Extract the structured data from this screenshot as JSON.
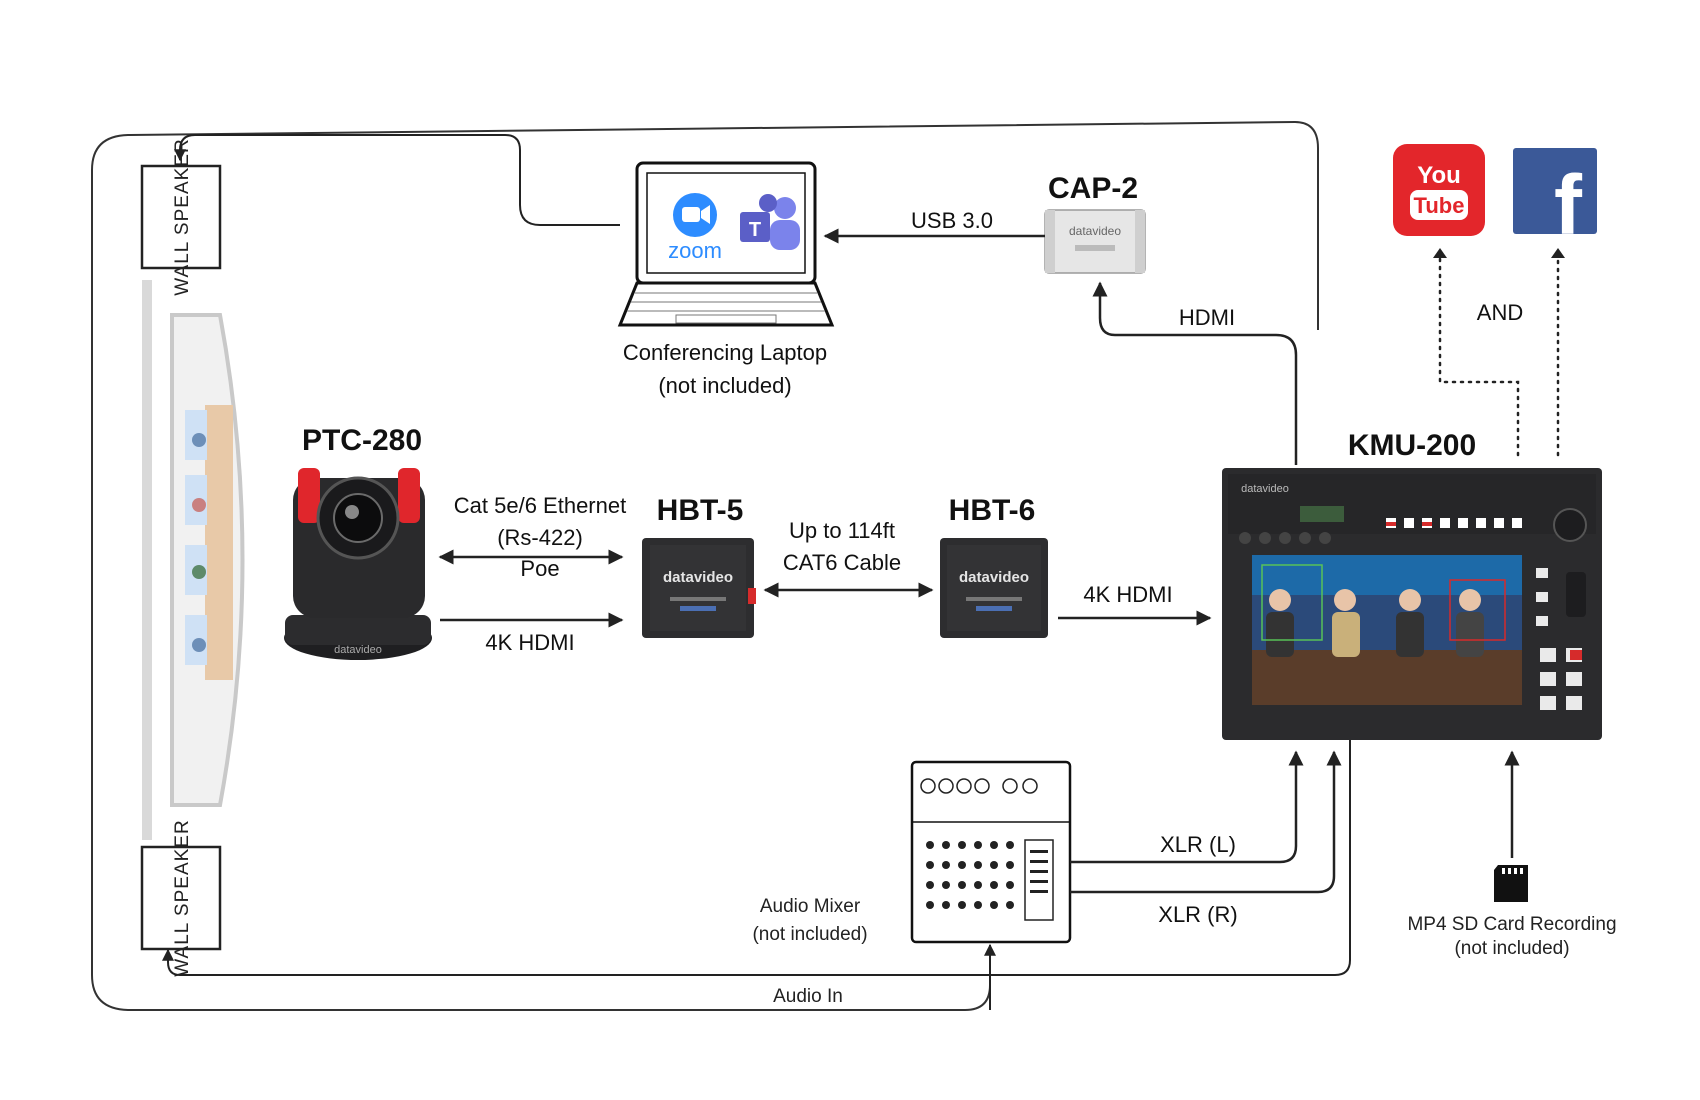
{
  "devices": {
    "wall_speaker_top": "WALL SPEAKER",
    "wall_speaker_bottom": "WALL SPEAKER",
    "laptop_title": "Conferencing Laptop",
    "laptop_note": "(not included)",
    "zoom_logo": "zoom",
    "teams_logo": "T",
    "cap2": "CAP-2",
    "cap2_brand": "datavideo",
    "ptc280": "PTC-280",
    "ptc280_brand": "datavideo",
    "hbt5": "HBT-5",
    "hbt5_brand": "datavideo",
    "hbt6": "HBT-6",
    "hbt6_brand": "datavideo",
    "kmu200": "KMU-200",
    "kmu200_brand": "datavideo",
    "mixer_title": "Audio Mixer",
    "mixer_note": "(not included)",
    "sd_title": "MP4 SD Card Recording",
    "sd_note": "(not included)",
    "youtube_top": "You",
    "youtube_bottom": "Tube",
    "facebook": "f"
  },
  "connections": {
    "usb": "USB 3.0",
    "hdmi_cap": "HDMI",
    "ethernet_l1": "Cat 5e/6 Ethernet",
    "ethernet_l2": "(Rs-422)",
    "ethernet_l3": "Poe",
    "hdmi_cam": "4K HDMI",
    "cable_l1": "Up to 114ft",
    "cable_l2": "CAT6 Cable",
    "hdmi_kmu": "4K HDMI",
    "xlr_l": "XLR (L)",
    "xlr_r": "XLR (R)",
    "audio_in": "Audio In",
    "and": "AND"
  },
  "colors": {
    "line": "#222222",
    "device_dark": "#2a2a2c",
    "youtube_red": "#e3262b",
    "facebook_blue": "#3b5998",
    "zoom_blue": "#2d8cff",
    "teams_purple": "#5b5fc7",
    "camera_red": "#e0262c"
  },
  "icons": [
    "arrow-icon",
    "sd-card-icon",
    "youtube-icon",
    "facebook-icon",
    "zoom-icon",
    "teams-icon"
  ]
}
